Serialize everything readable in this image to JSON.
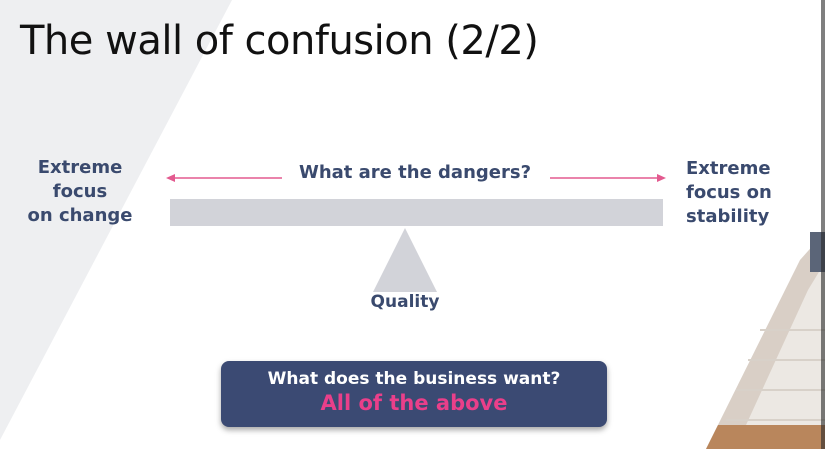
{
  "slide": {
    "title": "The wall of confusion (2/2)"
  },
  "diagram": {
    "left_label": [
      "Extreme",
      "focus",
      "on change"
    ],
    "right_label": [
      "Extreme",
      "focus on",
      "stability"
    ],
    "center_question": "What are the dangers?",
    "fulcrum_label": "Quality"
  },
  "callout": {
    "question": "What does the business want?",
    "answer": "All of the above"
  },
  "colors": {
    "text_navy": "#3a4a6e",
    "arrow_pink": "#e35a8f",
    "beam_gray": "#d2d3d9",
    "box_navy": "#3b4a73",
    "answer_pink": "#ea3f8a"
  }
}
